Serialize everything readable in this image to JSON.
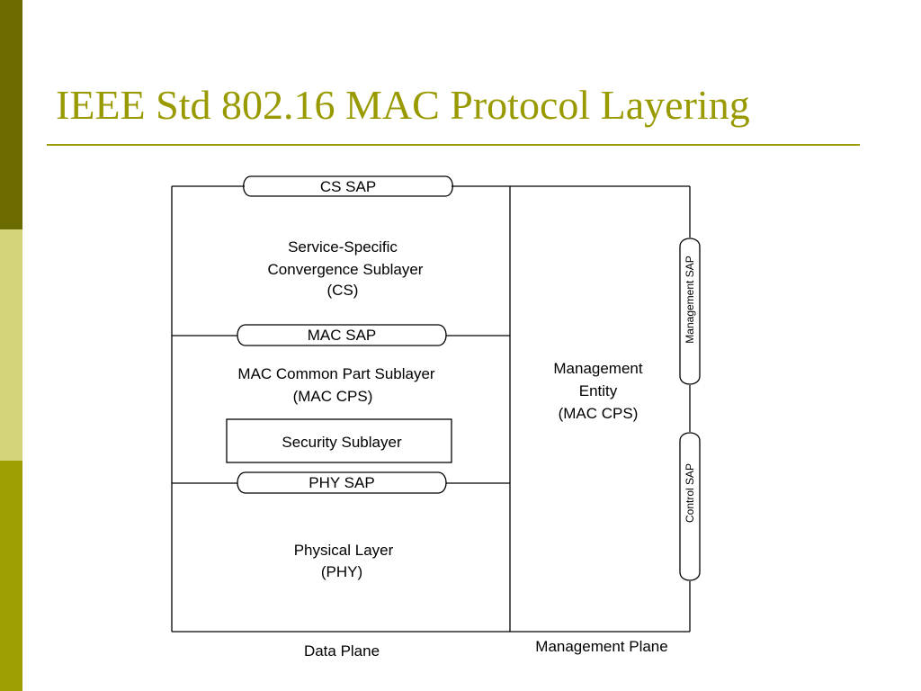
{
  "colors": {
    "sidebar_top": "#6b6b00",
    "sidebar_mid": "#d4d47a",
    "sidebar_bottom": "#9e9e00",
    "title": "#999900",
    "rule": "#999900",
    "line": "#000000"
  },
  "slide": {
    "title": "IEEE Std 802.16 MAC Protocol Layering"
  },
  "diagram": {
    "cs_sap": "CS SAP",
    "mac_sap": "MAC SAP",
    "phy_sap": "PHY SAP",
    "cs_block": {
      "line1": "Service-Specific",
      "line2": "Convergence Sublayer",
      "line3": "(CS)"
    },
    "mac_cps_block": {
      "line1": "MAC Common Part Sublayer",
      "line2": "(MAC CPS)"
    },
    "security": "Security Sublayer",
    "phy_block": {
      "line1": "Physical Layer",
      "line2": "(PHY)"
    },
    "management_entity": {
      "line1": "Management",
      "line2": "Entity",
      "line3": "(MAC CPS)"
    },
    "management_sap": "Management SAP",
    "control_sap": "Control SAP",
    "data_plane": "Data Plane",
    "management_plane": "Management Plane"
  }
}
